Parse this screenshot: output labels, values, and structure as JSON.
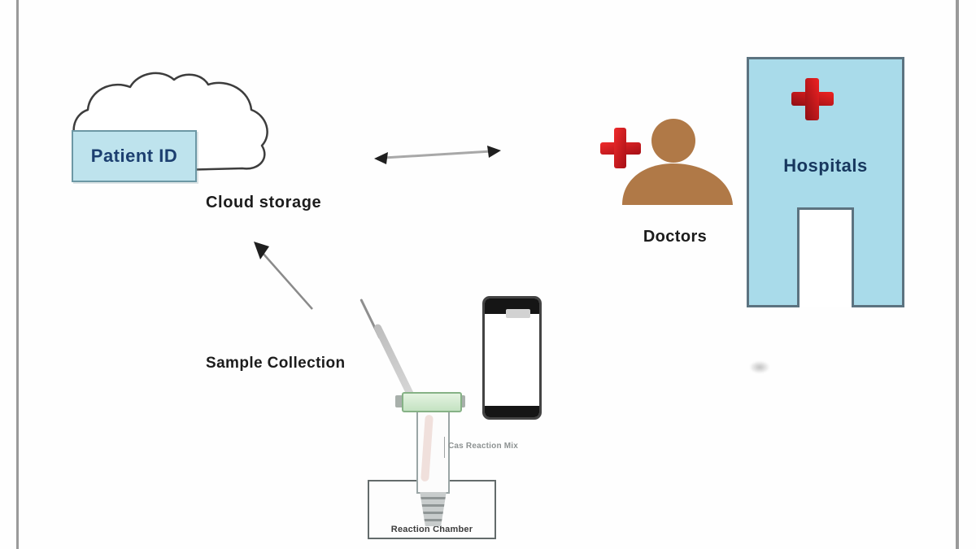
{
  "diagram": {
    "type": "medical-diagnostics-flow",
    "nodes": {
      "patient_id": {
        "label": "Patient ID"
      },
      "cloud": {
        "caption": "Cloud storage"
      },
      "doctors": {
        "label": "Doctors"
      },
      "hospitals": {
        "label": "Hospitals"
      },
      "sample_collection": {
        "label": "Sample Collection"
      },
      "reaction_mix": {
        "label": "Cas Reaction Mix"
      },
      "reaction_chamber": {
        "label": "Reaction Chamber"
      }
    },
    "connections": [
      {
        "from": "cloud",
        "to": "doctors",
        "style": "double-headed-arrow"
      },
      {
        "from": "sample_collection",
        "to": "cloud",
        "style": "single-arrow"
      }
    ],
    "colors": {
      "light_blue_fill": "#a9dbea",
      "patient_box_fill": "#bee3ed",
      "hospital_border": "#5c7380",
      "navy_text": "#17375e",
      "black_text": "#1c1c1c",
      "cross_red": "#e11e26",
      "cross_red_dark": "#8f0e14",
      "person_brown": "#b07947",
      "tube_cap_green": "#cde8cc",
      "small_text_grey": "#8d9292",
      "page_edge_grey": "#9a9a9a"
    }
  }
}
